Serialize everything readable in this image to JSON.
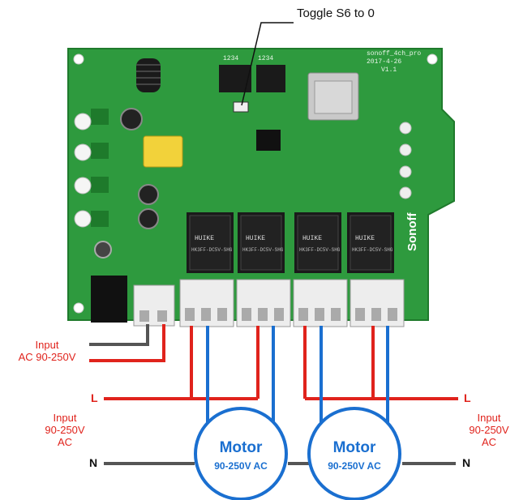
{
  "annotation": {
    "toggle_label": "Toggle S6 to 0"
  },
  "inputs": {
    "top_left_line1": "Input",
    "top_left_line2": "AC 90-250V",
    "left_line1": "Input",
    "left_line2": "90-250V",
    "left_line3": "AC",
    "right_line1": "Input",
    "right_line2": "90-250V",
    "right_line3": "AC"
  },
  "terminals": {
    "live_left": "L",
    "live_right": "L",
    "neutral_left": "N",
    "neutral_right": "N"
  },
  "motors": [
    {
      "name": "Motor",
      "voltage": "90-250V AC"
    },
    {
      "name": "Motor",
      "voltage": "90-250V AC"
    }
  ],
  "board": {
    "brand": "Sonoff",
    "silk1": "sonoff_4ch_pro",
    "silk2": "2017-4-26",
    "silk3": "V1.1",
    "dip": "1234",
    "relay_brand": "HUIKE",
    "relay_model": "HK3FF-DC5V-SHG"
  },
  "colors": {
    "pcb": "#2e9a3e",
    "live_wire": "#e0231c",
    "motor_wire": "#1a6fd0",
    "neutral_wire": "#555555"
  }
}
